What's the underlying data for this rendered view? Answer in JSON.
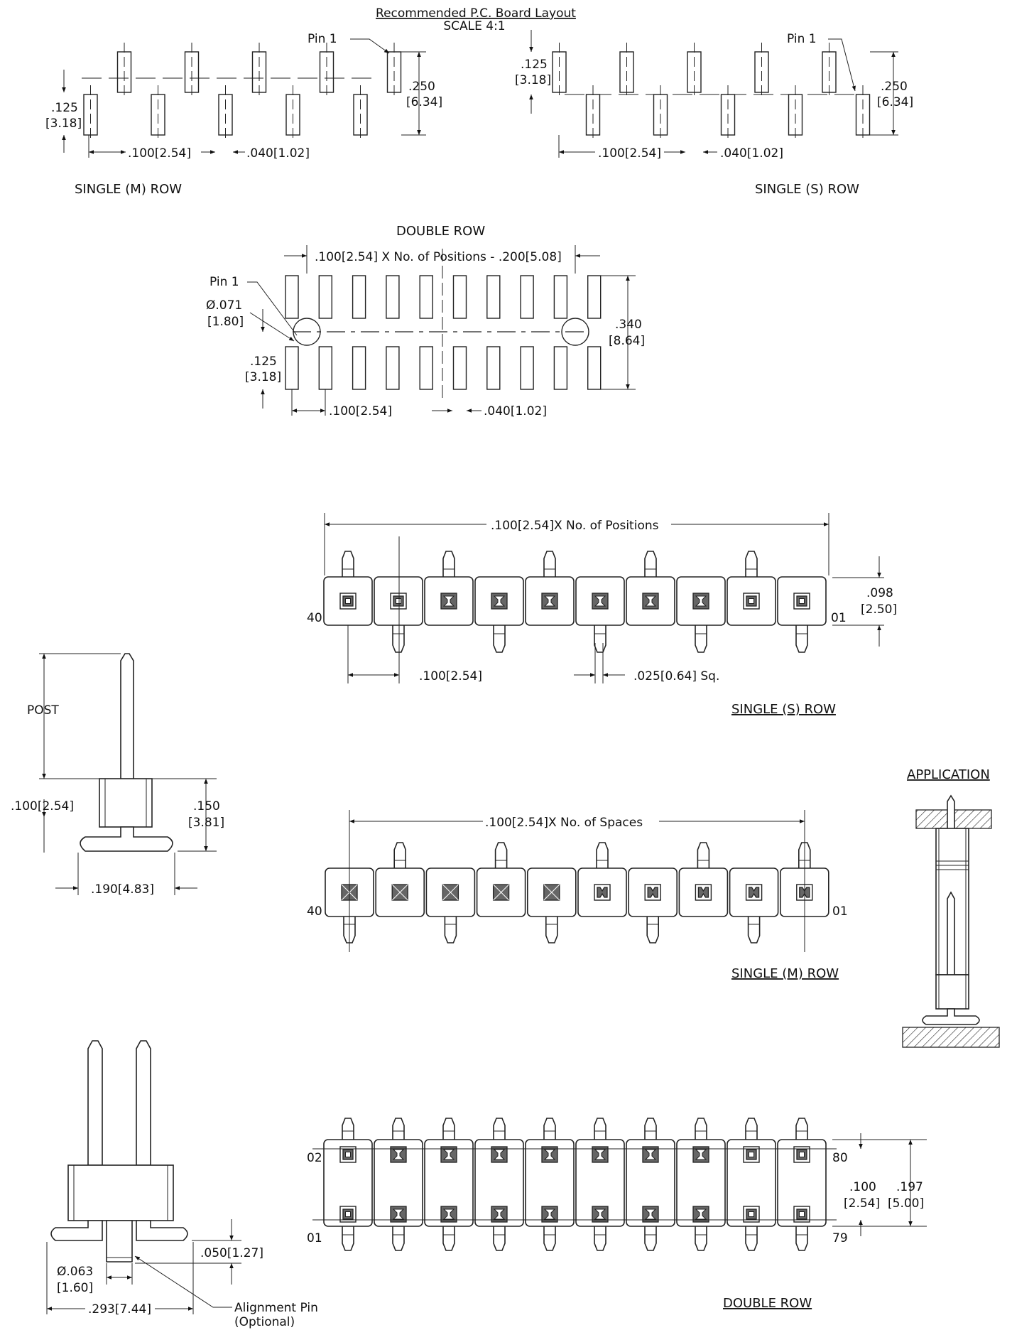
{
  "title": "Recommended P.C. Board Layout",
  "scale": "SCALE 4:1",
  "single_m_layout": {
    "label": "SINGLE (M) ROW",
    "pin1": "Pin 1",
    "offset_in": ".125",
    "offset_mm": "[3.18]",
    "height_in": ".250",
    "height_mm": "[6.34]",
    "pitch": ".100[2.54]",
    "pad": ".040[1.02]"
  },
  "single_s_layout": {
    "label": "SINGLE (S) ROW",
    "pin1": "Pin 1",
    "offset_in": ".125",
    "offset_mm": "[3.18]",
    "height_in": ".250",
    "height_mm": "[6.34]",
    "pitch": ".100[2.54]",
    "pad": ".040[1.02]"
  },
  "double_layout": {
    "label": "DOUBLE ROW",
    "length": ".100[2.54] X No. of Positions - .200[5.08]",
    "pin1": "Pin 1",
    "hole_in": "Ø.071",
    "hole_mm": "[1.80]",
    "offset_in": ".125",
    "offset_mm": "[3.18]",
    "height_in": ".340",
    "height_mm": "[8.64]",
    "pitch": ".100[2.54]",
    "pad": ".040[1.02]"
  },
  "single_s_top": {
    "length": ".100[2.54]X No. of Positions",
    "left_num": "40",
    "right_num": "01",
    "height_in": ".098",
    "height_mm": "[2.50]",
    "pitch": ".100[2.54]",
    "square": ".025[0.64] Sq.",
    "label": "SINGLE (S) ROW"
  },
  "single_m_top": {
    "length": ".100[2.54]X No. of Spaces",
    "left_num": "40",
    "right_num": "01",
    "label": "SINGLE (M) ROW"
  },
  "double_top": {
    "tl": "02",
    "bl": "01",
    "tr": "80",
    "br": "79",
    "pitch_in": ".100",
    "pitch_mm": "[2.54]",
    "height_in": ".197",
    "height_mm": "[5.00]",
    "label": "DOUBLE ROW"
  },
  "side_single": {
    "post": "POST",
    "body": ".100[2.54]",
    "height_in": ".150",
    "height_mm": "[3.81]",
    "width": ".190[4.83]"
  },
  "side_double": {
    "pin_in": "Ø.063",
    "pin_mm": "[1.60]",
    "width": ".293[7.44]",
    "standoff": ".050[1.27]",
    "align_1": "Alignment Pin",
    "align_2": "(Optional)"
  },
  "application": {
    "label": "APPLICATION"
  }
}
